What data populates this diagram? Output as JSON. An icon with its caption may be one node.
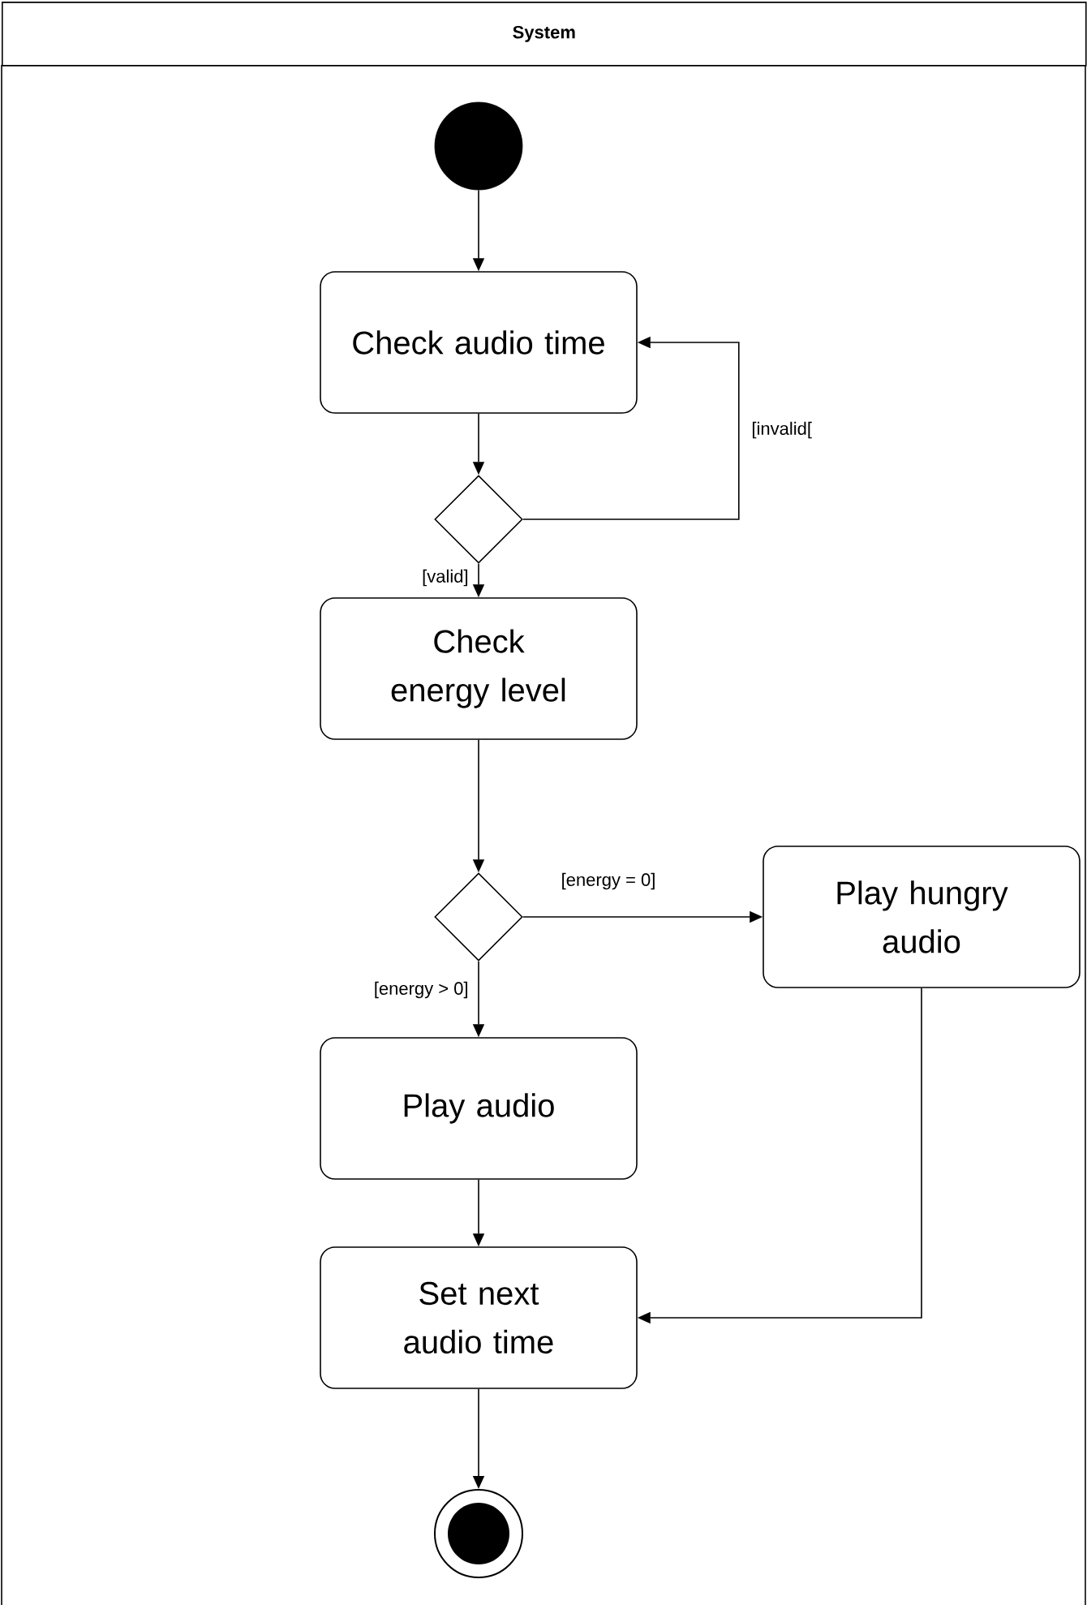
{
  "diagram": {
    "nodes": [
      {
        "text": [
          "System"
        ]
      },
      {
        "text": [],
        "shape": "circle",
        "in": 0
      },
      {
        "text": [
          "Check audio time"
        ],
        "in": 0
      },
      {
        "text": [],
        "shape": "diamond",
        "in": 0
      },
      {
        "text": [
          "Check energy level"
        ],
        "in": 0
      },
      {
        "text": [],
        "shape": "diamond",
        "in": 0
      },
      {
        "text": [
          "Play hungry audio"
        ],
        "in": 0
      },
      {
        "text": [
          "Play audio"
        ],
        "in": 0
      },
      {
        "text": [
          "Set next audio time"
        ],
        "in": 0
      },
      {
        "text": [],
        "shape": "bullseye",
        "in": 0
      }
    ],
    "edges": [
      {
        "from": 1,
        "to": 2,
        "arrow": "to"
      },
      {
        "from": 2,
        "to": 3,
        "arrow": "to"
      },
      {
        "from": 3,
        "to": 2,
        "arrow": "to",
        "label": "[invalid["
      },
      {
        "from": 3,
        "to": 4,
        "arrow": "to",
        "label": "[valid]"
      },
      {
        "from": 4,
        "to": 5,
        "arrow": "to"
      },
      {
        "from": 5,
        "to": 6,
        "arrow": "to",
        "label": "[energy = 0]"
      },
      {
        "from": 5,
        "to": 7,
        "arrow": "to",
        "label": "[energy > 0]"
      },
      {
        "from": 7,
        "to": 8,
        "arrow": "to"
      },
      {
        "from": 6,
        "to": 8,
        "arrow": "to"
      },
      {
        "from": 8,
        "to": 9,
        "arrow": "to"
      }
    ]
  }
}
